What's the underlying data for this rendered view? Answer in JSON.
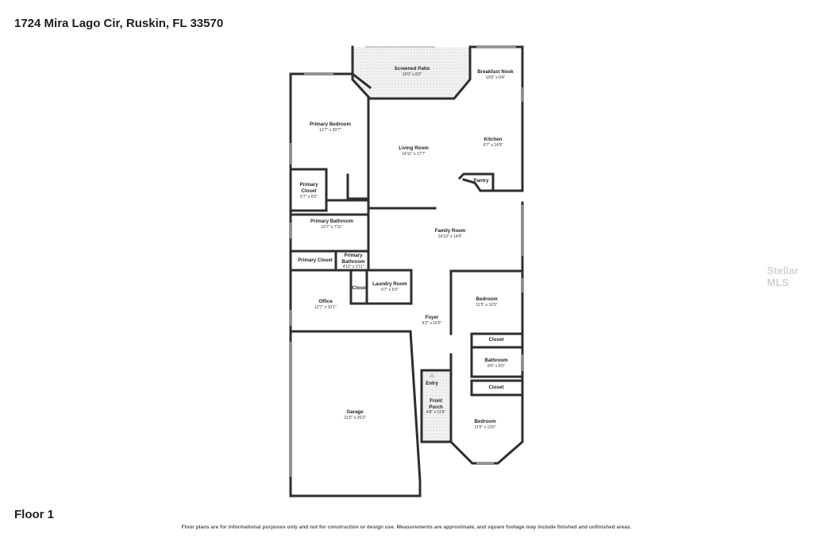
{
  "header": {
    "address": "1724 Mira Lago Cir, Ruskin, FL 33570"
  },
  "footer": {
    "floor_label": "Floor 1",
    "disclaimer": "Floor plans are for informational purposes only and not for construction or design use. Measurements are approximate, and square footage may include finished and unfinished areas."
  },
  "watermark": "Stellar MLS",
  "rooms": {
    "screened_patio": {
      "name": "Screened Patio",
      "dims": "19'0\" x 8'2\""
    },
    "breakfast_nook": {
      "name": "Breakfast Nook",
      "dims": "10'8\" x 9'4\""
    },
    "primary_bedroom": {
      "name": "Primary Bedroom",
      "dims": "12'7\" x 20'7\""
    },
    "living_room": {
      "name": "Living Room",
      "dims": "14'11\" x 17'7\""
    },
    "kitchen": {
      "name": "Kitchen",
      "dims": "9'7\" x 14'9\""
    },
    "primary_closet_1": {
      "name_line1": "Primary",
      "name_line2": "Closet",
      "dims": "5'7\" x 6'5\""
    },
    "pantry": {
      "name": "Pantry"
    },
    "primary_bathroom_1": {
      "name": "Primary Bathroom",
      "dims": "12'7\" x 7'11\""
    },
    "family_room": {
      "name": "Family Room",
      "dims": "24'10\" x 14'9\""
    },
    "primary_closet_2": {
      "name": "Primary Closet"
    },
    "primary_bathroom_2": {
      "name_line1": "Primary",
      "name_line2": "Bathroom",
      "dims": "4'10\" x 2'11\""
    },
    "closet_laundry": {
      "name": "Closet"
    },
    "laundry_room": {
      "name": "Laundry Room",
      "dims": "6'7\" x 5'0\""
    },
    "office": {
      "name": "Office",
      "dims": "12'7\" x 10'1\""
    },
    "bedroom_1": {
      "name": "Bedroom",
      "dims": "11'5\" x 10'0\""
    },
    "foyer": {
      "name": "Foyer",
      "dims": "6'2\" x 16'5\""
    },
    "closet_upper": {
      "name": "Closet"
    },
    "bathroom": {
      "name": "Bathroom",
      "dims": "8'0\" x 5'0\""
    },
    "entry": {
      "name": "Entry"
    },
    "closet_lower": {
      "name": "Closet"
    },
    "front_porch": {
      "name_line1": "Front",
      "name_line2": "Porch",
      "dims": "4'8\" x 11'6\""
    },
    "garage": {
      "name": "Garage",
      "dims": "21'0\" x 26'3\""
    },
    "bedroom_2": {
      "name": "Bedroom",
      "dims": "11'5\" x 13'6\""
    }
  },
  "colors": {
    "wall": "#2e2e2e",
    "window": "#b9b9b9",
    "patio_fill": "#ececec"
  }
}
